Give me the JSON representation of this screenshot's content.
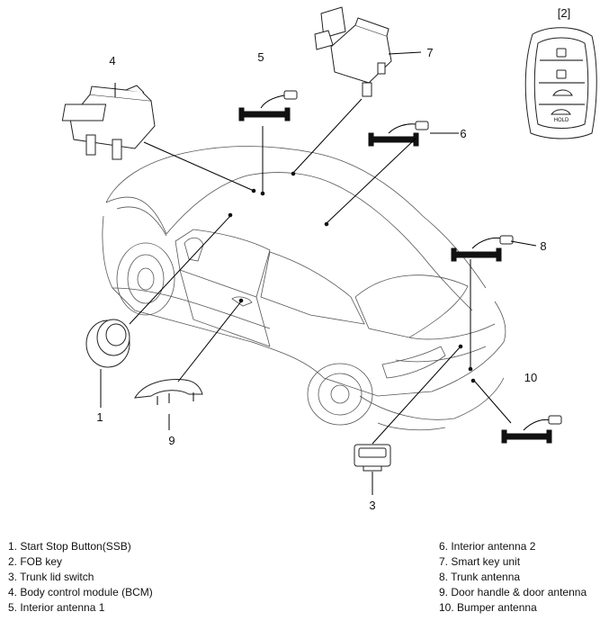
{
  "figure_tag": "[2]",
  "callouts": [
    "1",
    "2",
    "3",
    "4",
    "5",
    "6",
    "7",
    "8",
    "9",
    "10"
  ],
  "legend": {
    "left": [
      "1. Start Stop Button(SSB)",
      "2. FOB key",
      "3. Trunk lid switch",
      "4. Body control module (BCM)",
      "5. Interior antenna 1"
    ],
    "right": [
      "6. Interior antenna 2",
      "7. Smart key unit",
      "8. Trunk antenna",
      "9. Door handle & door antenna",
      "10. Bumper antenna"
    ]
  },
  "fob_labels": {
    "hold": "HOLD"
  }
}
